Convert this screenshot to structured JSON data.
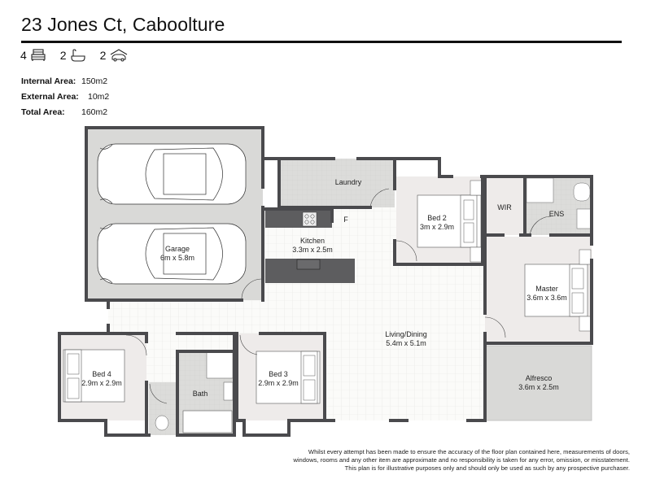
{
  "header": {
    "title": "23 Jones Ct, Caboolture"
  },
  "features": [
    {
      "count": "4",
      "icon": "bed-icon"
    },
    {
      "count": "2",
      "icon": "bath-icon"
    },
    {
      "count": "2",
      "icon": "garage-car-icon"
    }
  ],
  "areas": [
    {
      "label": "Internal Area:",
      "value": "150m2"
    },
    {
      "label": "External Area:",
      "value": "10m2"
    },
    {
      "label": "Total Area:",
      "value": "160m2"
    }
  ],
  "rooms": {
    "garage": {
      "name": "Garage",
      "size": "6m x 5.8m"
    },
    "laundry": {
      "name": "Laundry"
    },
    "kitchen": {
      "name": "Kitchen",
      "size": "3.3m x 2.5m",
      "fridge": "F"
    },
    "bed2": {
      "name": "Bed 2",
      "size": "3m x 2.9m"
    },
    "wir": {
      "name": "WIR"
    },
    "ens": {
      "name": "ENS"
    },
    "master": {
      "name": "Master",
      "size": "3.6m x 3.6m"
    },
    "living": {
      "name": "Living/Dining",
      "size": "5.4m x 5.1m"
    },
    "alfresco": {
      "name": "Alfresco",
      "size": "3.6m x 2.5m"
    },
    "bed4": {
      "name": "Bed 4",
      "size": "2.9m x 2.9m"
    },
    "bed3": {
      "name": "Bed 3",
      "size": "2.9m x 2.9m"
    },
    "bath": {
      "name": "Bath"
    }
  },
  "disclaimer": {
    "line1": "Whilst every attempt has been made to ensure the accuracy of the floor plan contained here, measurements of doors,",
    "line2": "windows, rooms and any other item are approximate and no responsibility is taken for any error, omission, or misstatement.",
    "line3": "This plan is for illustrative purposes only and should only be used as such by any prospective purchaser."
  },
  "colors": {
    "wall": "#4a4a4d",
    "room_grey": "#d9d9d7",
    "room_light": "#eeebea",
    "tile_floor": "#fafaf8",
    "counter": "#5d5d5f"
  }
}
